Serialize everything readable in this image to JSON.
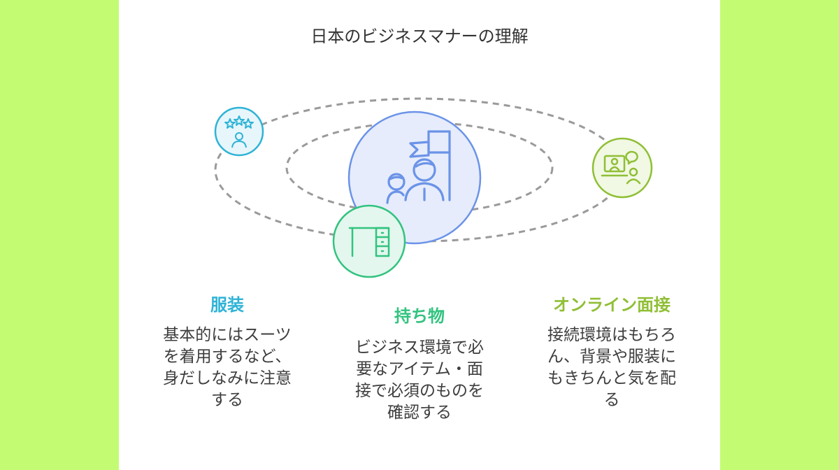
{
  "title": "日本のビジネスマナーの理解",
  "colors": {
    "page_bg": "#c3fc72",
    "center_fill": "#e6ecfb",
    "center_stroke": "#6b93e8",
    "clothing": "#2fb3d6",
    "belongings": "#32c37f",
    "online": "#8fbf35",
    "orbit": "#9a9a9a"
  },
  "center": {
    "icon": "team-flag-icon"
  },
  "items": [
    {
      "heading": "服装",
      "icon": "star-rating-person-icon",
      "lines": [
        "基本的にはスーツ",
        "を着用するなど、",
        "身だしなみに注意",
        "する"
      ]
    },
    {
      "heading": "持ち物",
      "icon": "desk-icon",
      "lines": [
        "ビジネス環境で必",
        "要なアイテム・面",
        "接で必須のものを",
        "確認する"
      ]
    },
    {
      "heading": "オンライン面接",
      "icon": "video-interview-icon",
      "lines": [
        "接続環境はもちろ",
        "ん、背景や服装に",
        "もきちんと気を配",
        "る"
      ]
    }
  ]
}
